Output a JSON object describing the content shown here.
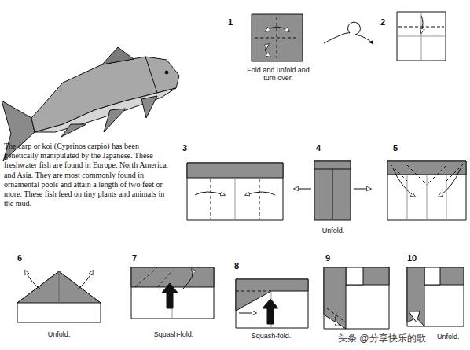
{
  "diagram": {
    "labels": [
      "The carp or koi (Cyprinos carpio) has been genetically manipulated by the Japanese. These freshwater fish are found in Europe, North America, and Asia. They are most commonly found in ornamental pools and attain a length of two feet or more. These fish feed on tiny plants and animals in the mud.",
      "1",
      "Fold and unfold and turn over.",
      "2",
      "3",
      "4",
      "Unfold.",
      "5",
      "6",
      "Unfold.",
      "7",
      "Squash-fold.",
      "8",
      "Squash-fold.",
      "9",
      "10",
      "Unfold.",
      "头条 @分享快乐的歌"
    ]
  }
}
